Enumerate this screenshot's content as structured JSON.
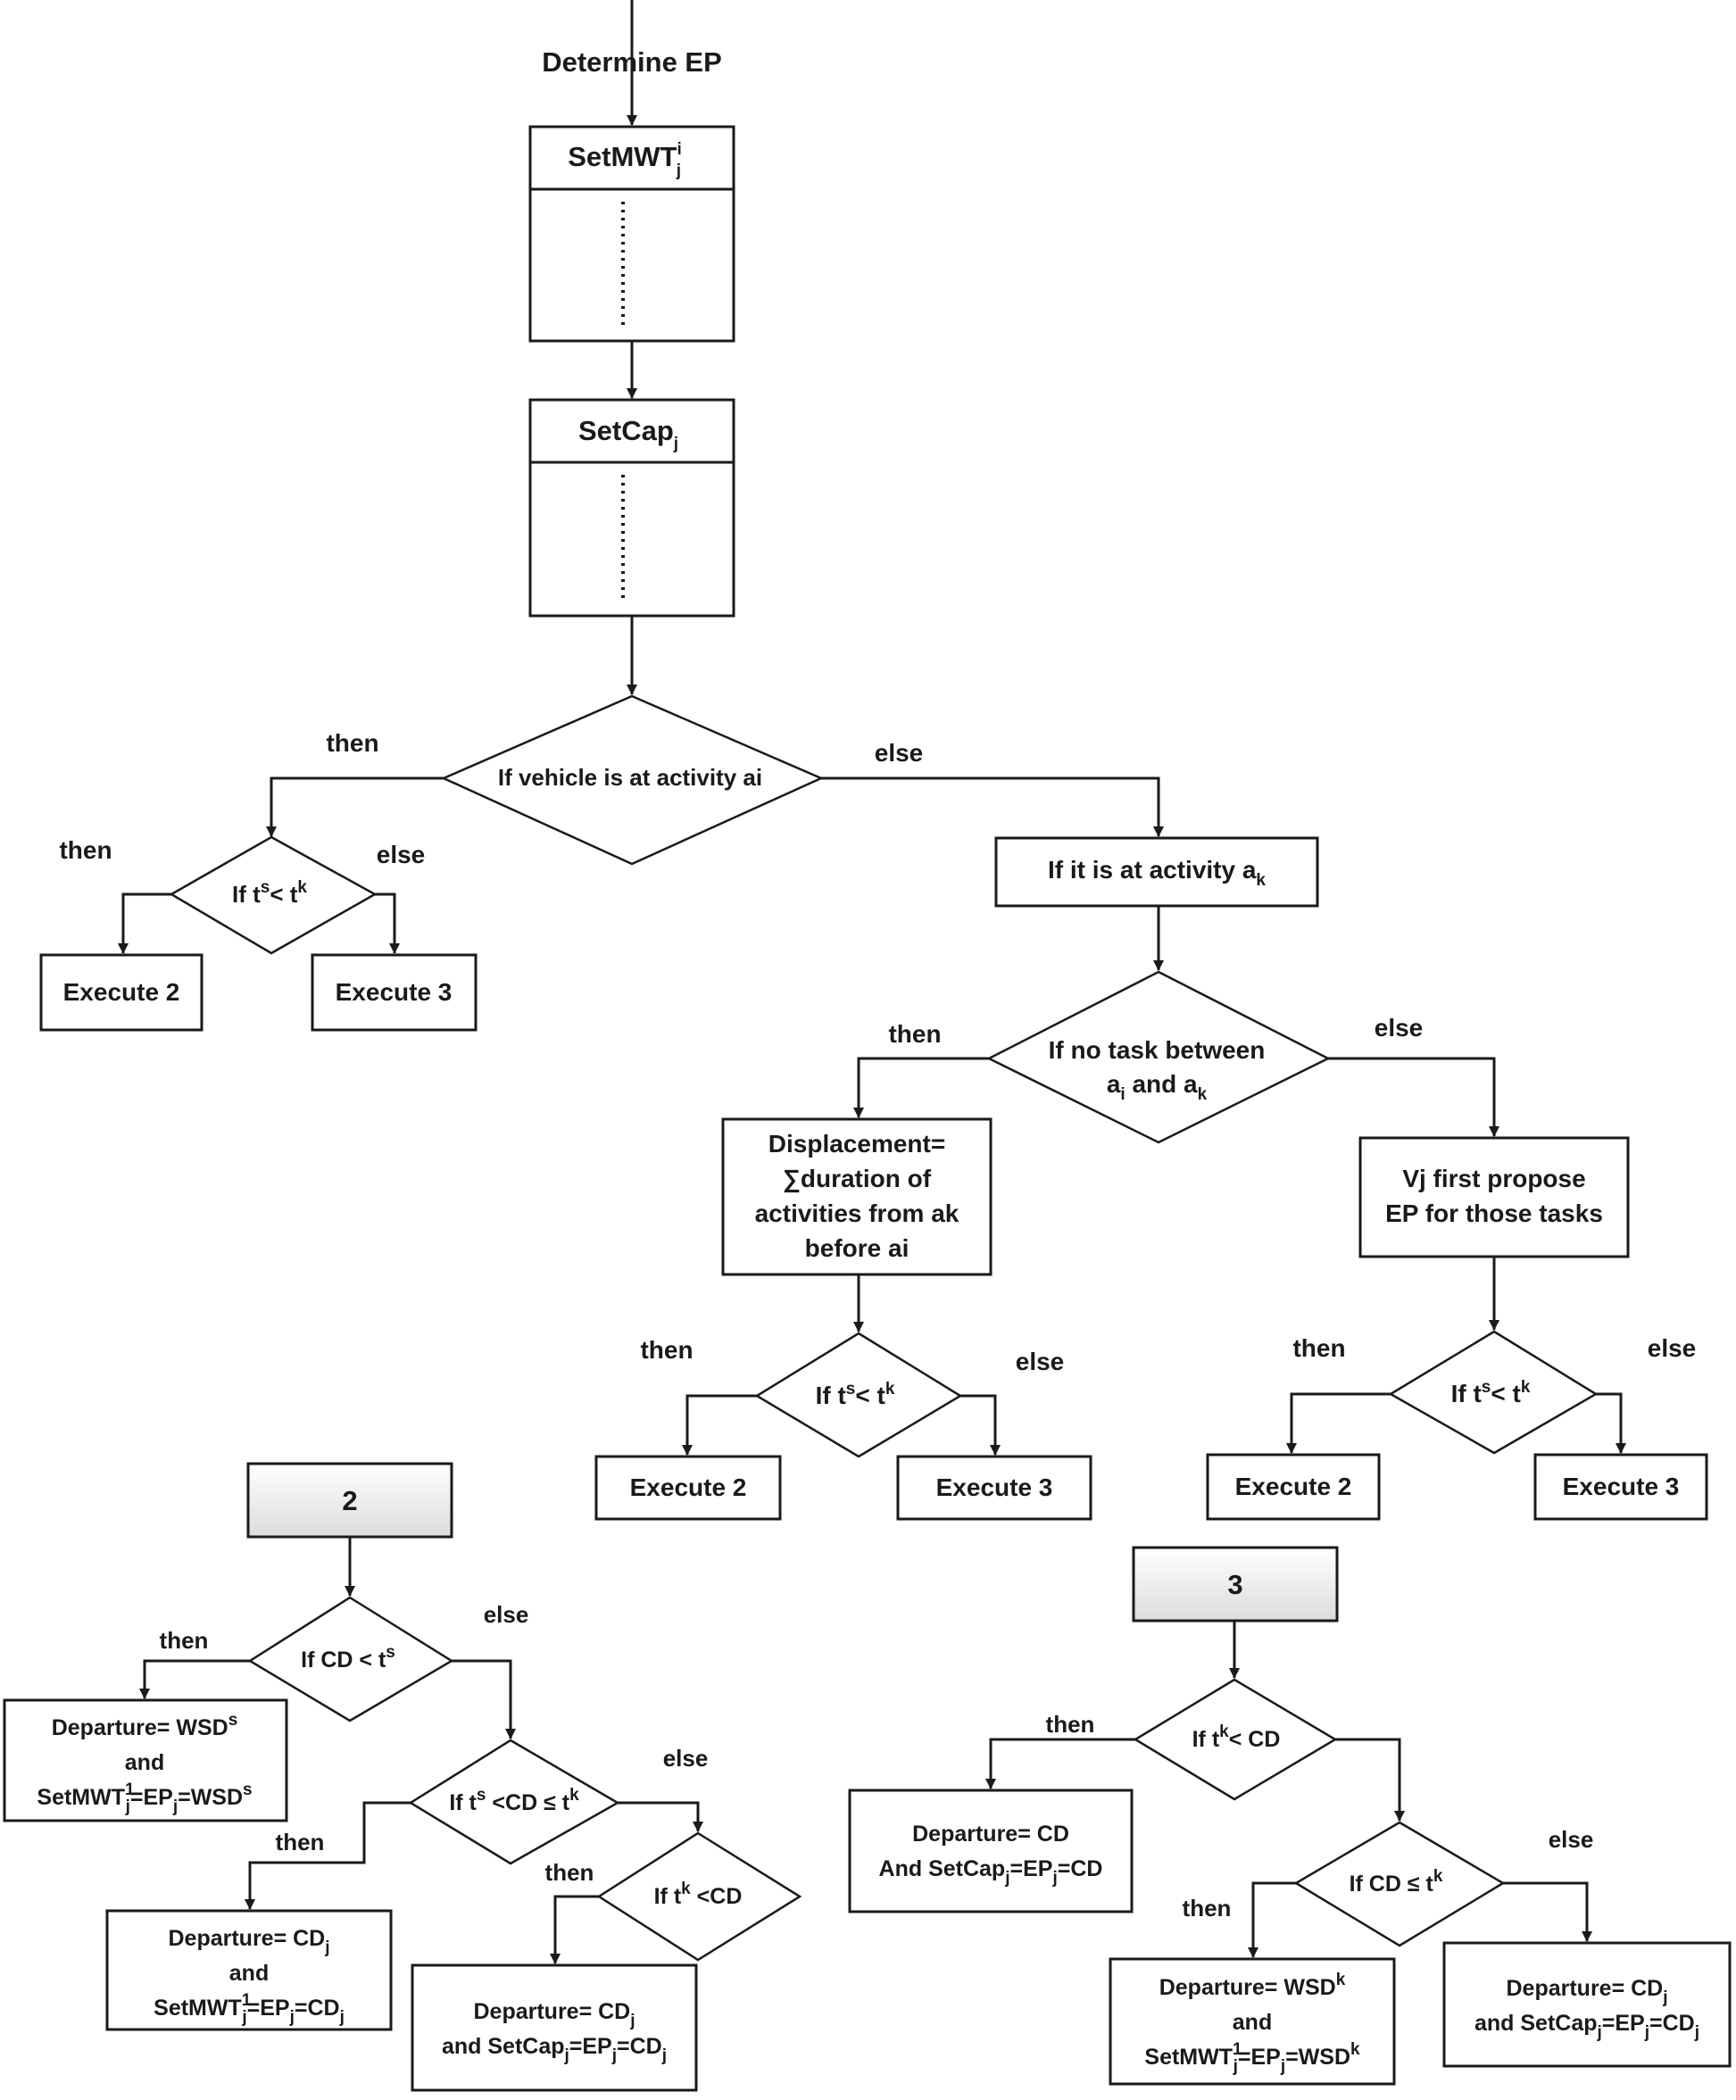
{
  "flow": {
    "determine_ep": "Determine EP",
    "setmwt": {
      "main": "SetMWT",
      "sup": "i",
      "sub": "j"
    },
    "setcap": {
      "main": "SetCap",
      "sub": "j"
    },
    "d_vehicle_ai": "If vehicle is at activity ai",
    "d_ts_tk": {
      "a": "If t",
      "s": "s",
      "b": "< t",
      "k": "k"
    },
    "b_ak": {
      "main": "If it is at activity a",
      "sub": "k"
    },
    "d_notask": {
      "line1": "If no task between",
      "a": "a",
      "i": "i",
      "and": " and a",
      "k": "k"
    },
    "displacement": [
      "Displacement=",
      "∑duration of",
      "activities from ak",
      "before ai"
    ],
    "vj_propose": [
      "Vj first propose",
      "EP for those tasks"
    ],
    "execute2": "Execute 2",
    "execute3": "Execute 3",
    "then": "then",
    "else": "else"
  },
  "proc2": {
    "title": "2",
    "d_cd_ts": {
      "a": "If CD < t",
      "s": "s"
    },
    "d_ts_cd_tk": {
      "a": "If t",
      "s": "s",
      "b": " <CD ≤ t",
      "k": "k"
    },
    "d_tk_cd": {
      "a": "If t",
      "k": "k",
      "b": " <CD"
    },
    "dep_wsd": {
      "l1": "Departure= WSD",
      "l1sup": "s",
      "l2": "and",
      "l3a": "SetMWT",
      "l3sup": "1",
      "l3b": "j",
      "l3c": "=EP",
      "l3d": "j",
      "l3e": "=WSD",
      "l3sup2": "s"
    },
    "dep_cd": {
      "l1": "Departure= CD",
      "l1sub": "j",
      "l2": "and",
      "l3a": "SetMWT",
      "l3sup": "1",
      "l3b": "j",
      "l3c": "=EP",
      "l3d": "j",
      "l3e": "=CD",
      "l3f": "j"
    },
    "dep_cd_cap": {
      "l1": "Departure= CD",
      "l1sub": "j",
      "l2a": "and SetCap",
      "l2b": "j",
      "l2c": "=EP",
      "l2d": "j",
      "l2e": "=CD",
      "l2f": "j"
    }
  },
  "proc3": {
    "title": "3",
    "d_tk_cd": {
      "a": "If t",
      "k": "k",
      "b": "< CD"
    },
    "d_cd_tk": {
      "a": "If CD ≤ t",
      "k": "k"
    },
    "dep_cd": {
      "l1": "Departure= CD",
      "l2a": "And SetCap",
      "l2b": "j",
      "l2c": "=EP",
      "l2d": "j",
      "l2e": "=CD"
    },
    "dep_wsd": {
      "l1": "Departure= WSD",
      "l1sup": "k",
      "l2": "and",
      "l3a": "SetMWT",
      "l3sup": "1",
      "l3b": "j",
      "l3c": "=EP",
      "l3d": "j",
      "l3e": "=WSD",
      "l3sup2": "k"
    },
    "dep_cd_cap": {
      "l1": "Departure= CD",
      "l1sub": "j",
      "l2a": "and SetCap",
      "l2b": "j",
      "l2c": "=EP",
      "l2d": "j",
      "l2e": "=CD",
      "l2f": "j"
    }
  }
}
